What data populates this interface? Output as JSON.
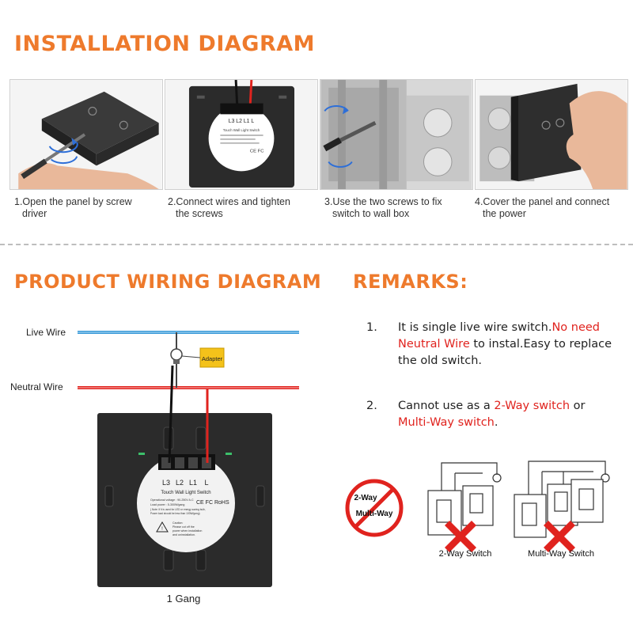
{
  "headings": {
    "installation": "INSTALLATION DIAGRAM",
    "wiring": "PRODUCT WIRING DIAGRAM",
    "remarks": "REMARKS:"
  },
  "steps": [
    {
      "line1": "1.Open the panel by screw",
      "line2": "driver"
    },
    {
      "line1": "2.Connect wires and tighten",
      "line2": "the screws"
    },
    {
      "line1": "3.Use the two screws to fix",
      "line2": "switch to wall box"
    },
    {
      "line1": "4.Cover the panel and connect",
      "line2": "the power"
    }
  ],
  "wiring": {
    "live_wire": "Live Wire",
    "neutral_wire": "Neutral Wire",
    "adapter": "Adapter",
    "gang": "1 Gang",
    "terminals": [
      "L3",
      "L2",
      "L1",
      "L"
    ],
    "label_title": "Touch Wall Light Switch",
    "spec1": "Operational voltage : 90-250V A.C",
    "spec2": "Load power : 5-300W/gang",
    "spec3": "( Note: If it is used for LED or energy saving bulb,",
    "spec4": "Power load should be less than 100W/gang)",
    "cert": "CE FC RoHS",
    "caution1": "Caution:",
    "caution2": "Please cut off the",
    "caution3": "power when installation",
    "caution4": "and uninstallation."
  },
  "remarks": {
    "r1_num": "1.",
    "r1_a": "It is single live wire switch.",
    "r1_b": "No need",
    "r1_c": "Neutral Wire",
    "r1_d": " to instal.Easy to replace",
    "r1_e": "the old switch.",
    "r2_num": "2.",
    "r2_a": "Cannot use as a ",
    "r2_b": "2-Way switch",
    "r2_c": " or",
    "r2_d": "Multi-Way switch",
    "r2_e": "."
  },
  "ways": {
    "no_sign_line1": "2-Way",
    "no_sign_line2": "Multi-Way",
    "two_way_label": "2-Way Switch",
    "multi_way_label": "Multi-Way Switch"
  },
  "colors": {
    "accent": "#ee7a2c",
    "live": "#3a9ad9",
    "neutral": "#e0231e",
    "panel": "#2b2b2b"
  }
}
